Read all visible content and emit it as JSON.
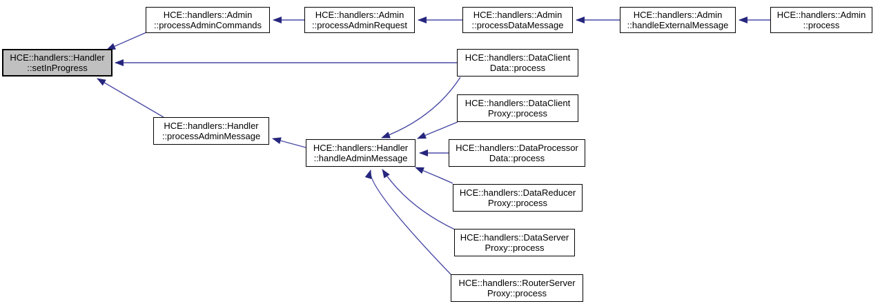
{
  "diagram": {
    "type": "caller-graph",
    "background_color": "#ffffff",
    "node_fill": "#ffffff",
    "node_border_color": "#000000",
    "highlight_fill": "#c0c0c0",
    "edge_line_color": "#4a4aa5",
    "edge_arrow_color": "#26267e",
    "nodes": [
      {
        "id": "setInProgress",
        "label": [
          "HCE::handlers::Handler",
          "::setInProgress"
        ],
        "highlighted": true
      },
      {
        "id": "processAdminCommands",
        "label": [
          "HCE::handlers::Admin",
          "::processAdminCommands"
        ],
        "highlighted": false
      },
      {
        "id": "processAdminRequest",
        "label": [
          "HCE::handlers::Admin",
          "::processAdminRequest"
        ],
        "highlighted": false
      },
      {
        "id": "processDataMessage",
        "label": [
          "HCE::handlers::Admin",
          "::processDataMessage"
        ],
        "highlighted": false
      },
      {
        "id": "handleExternalMessage",
        "label": [
          "HCE::handlers::Admin",
          "::handleExternalMessage"
        ],
        "highlighted": false
      },
      {
        "id": "adminProcess",
        "label": [
          "HCE::handlers::Admin",
          "::process"
        ],
        "highlighted": false
      },
      {
        "id": "dataClientDataProcess",
        "label": [
          "HCE::handlers::DataClient",
          "Data::process"
        ],
        "highlighted": false
      },
      {
        "id": "dataClientProxyProcess",
        "label": [
          "HCE::handlers::DataClient",
          "Proxy::process"
        ],
        "highlighted": false
      },
      {
        "id": "dataProcessorDataProcess",
        "label": [
          "HCE::handlers::DataProcessor",
          "Data::process"
        ],
        "highlighted": false
      },
      {
        "id": "dataReducerProxyProcess",
        "label": [
          "HCE::handlers::DataReducer",
          "Proxy::process"
        ],
        "highlighted": false
      },
      {
        "id": "dataServerProxyProcess",
        "label": [
          "HCE::handlers::DataServer",
          "Proxy::process"
        ],
        "highlighted": false
      },
      {
        "id": "routerServerProxyProcess",
        "label": [
          "HCE::handlers::RouterServer",
          "Proxy::process"
        ],
        "highlighted": false
      },
      {
        "id": "processAdminMessage",
        "label": [
          "HCE::handlers::Handler",
          "::processAdminMessage"
        ],
        "highlighted": false
      },
      {
        "id": "handleAdminMessage",
        "label": [
          "HCE::handlers::Handler",
          "::handleAdminMessage"
        ],
        "highlighted": false
      }
    ],
    "edges": [
      {
        "from": "processAdminCommands",
        "to": "setInProgress"
      },
      {
        "from": "processAdminRequest",
        "to": "processAdminCommands"
      },
      {
        "from": "processDataMessage",
        "to": "processAdminRequest"
      },
      {
        "from": "handleExternalMessage",
        "to": "processDataMessage"
      },
      {
        "from": "adminProcess",
        "to": "handleExternalMessage"
      },
      {
        "from": "dataClientDataProcess",
        "to": "setInProgress"
      },
      {
        "from": "processAdminMessage",
        "to": "setInProgress"
      },
      {
        "from": "handleAdminMessage",
        "to": "processAdminMessage"
      },
      {
        "from": "dataClientDataProcess",
        "to": "handleAdminMessage"
      },
      {
        "from": "dataClientProxyProcess",
        "to": "handleAdminMessage"
      },
      {
        "from": "dataProcessorDataProcess",
        "to": "handleAdminMessage"
      },
      {
        "from": "dataReducerProxyProcess",
        "to": "handleAdminMessage"
      },
      {
        "from": "dataServerProxyProcess",
        "to": "handleAdminMessage"
      },
      {
        "from": "routerServerProxyProcess",
        "to": "handleAdminMessage"
      }
    ]
  }
}
